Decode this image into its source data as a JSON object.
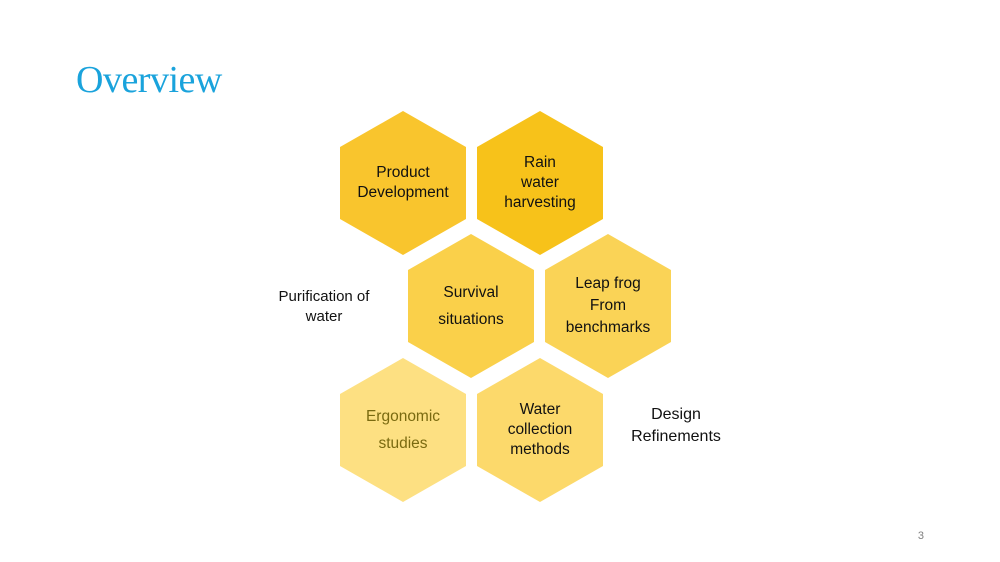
{
  "slide": {
    "title": "Overview",
    "page_number": "3"
  },
  "hexagons": [
    {
      "label": "Product\nDevelopment",
      "color": "#f9c52d"
    },
    {
      "label": "Rain\nwater\nharvesting",
      "color": "#f7c21a"
    },
    {
      "label": "Survival\nsituations",
      "color": "#fad04a"
    },
    {
      "label": "Leap frog\nFrom\nbenchmarks",
      "color": "#fad356"
    },
    {
      "label": "Ergonomic\nstudies",
      "color": "#fde082"
    },
    {
      "label": "Water\ncollection\nmethods",
      "color": "#fcd96b"
    }
  ],
  "side_labels": {
    "purification": "Purification of\nwater",
    "design": "Design\nRefinements"
  }
}
